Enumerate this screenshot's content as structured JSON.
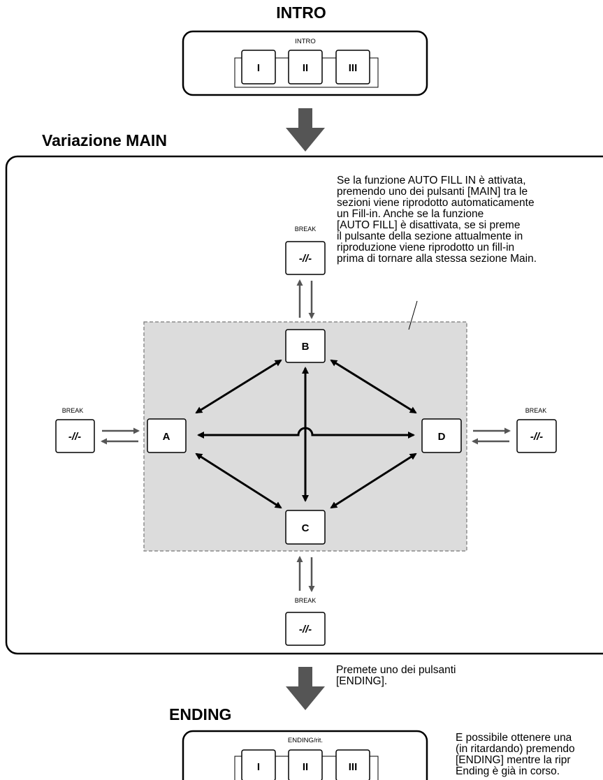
{
  "titles": {
    "intro": "INTRO",
    "main": "Variazione MAIN",
    "ending": "ENDING"
  },
  "intro_panel": {
    "label": "INTRO",
    "buttons": [
      "I",
      "II",
      "III"
    ]
  },
  "ending_panel": {
    "label": "ENDING/rit.",
    "buttons": [
      "I",
      "II",
      "III"
    ]
  },
  "break_label": "BREAK",
  "break_symbol": "-//-",
  "sections": {
    "a": "A",
    "b": "B",
    "c": "C",
    "d": "D"
  },
  "notes": {
    "auto_fill": "Se la funzione AUTO FILL IN è attivata,\npremendo uno dei pulsanti [MAIN] tra le\nsezioni viene riprodotto automaticamente\nun Fill-in. Anche se la funzione\n[AUTO FILL] è disattivata, se si preme\nil pulsante della sezione attualmente in\nriproduzione viene riprodotto un fill-in\nprima di tornare alla stessa sezione Main.",
    "ending_press": "Premete uno dei pulsanti\n[ENDING].",
    "ritardando": "È possibile ottenere una\n(in ritardando) premendo\n[ENDING] mentre la ripr\nEnding è già in corso."
  },
  "colors": {
    "gray_area": "#dcdcdc",
    "big_arrow": "#555555",
    "line": "#000000"
  }
}
